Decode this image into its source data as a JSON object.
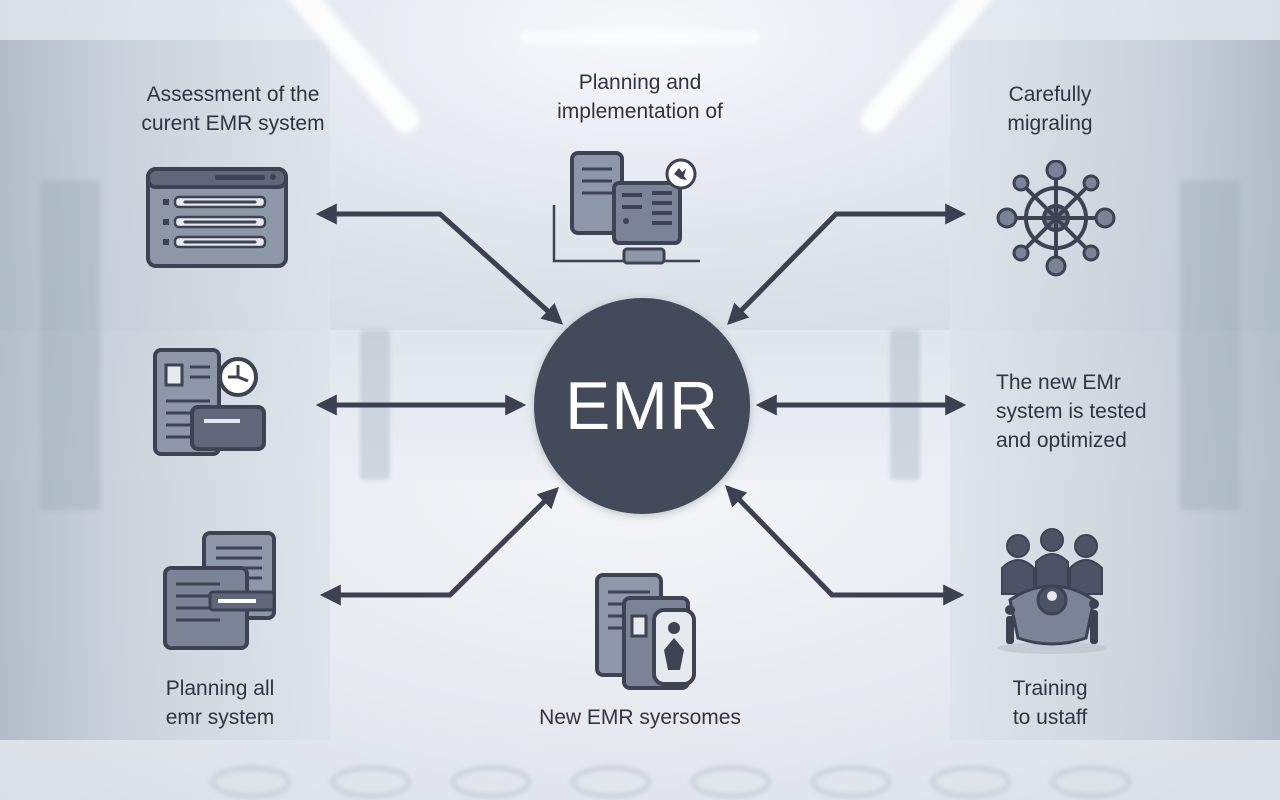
{
  "hub": {
    "label": "EMR"
  },
  "steps": {
    "assessment": {
      "lines": [
        "Assessment of the",
        "curent EMR system"
      ],
      "icon": "checklist-window-icon"
    },
    "planning_impl": {
      "lines": [
        "Planning and",
        "implementation of"
      ],
      "icon": "documents-icon"
    },
    "migrating": {
      "lines": [
        "Carefully",
        "migraling"
      ],
      "icon": "network-hub-icon"
    },
    "planning_all": {
      "lines": [
        "Planning all",
        "emr system"
      ],
      "icon": "stacked-documents-icon"
    },
    "new_systems": {
      "lines": [
        "New EMR syersomes"
      ],
      "icon": "record-cards-icon"
    },
    "tested": {
      "lines": [
        "The new EMr",
        "system is tested",
        "and optimized"
      ],
      "icon": ""
    },
    "training": {
      "lines": [
        "Training",
        "to ustaff"
      ],
      "icon": "staff-group-icon"
    },
    "left_middle": {
      "icon": "document-clock-icon"
    }
  },
  "colors": {
    "hub": "#434a5a",
    "arrow": "#3b4150",
    "icon_fill": "#7b8497",
    "icon_stroke": "#3d4352",
    "text": "#2f3442"
  }
}
